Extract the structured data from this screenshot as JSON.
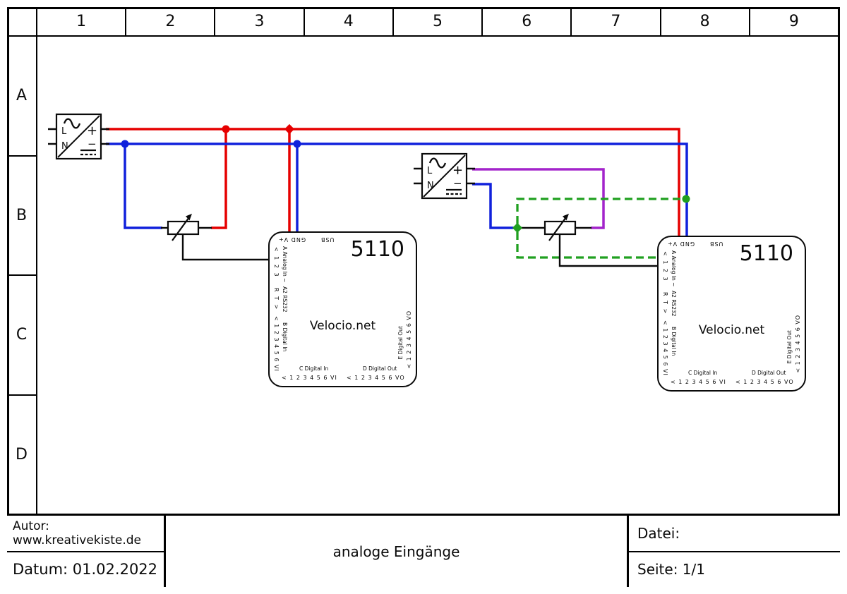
{
  "frame": {
    "columns": [
      "1",
      "2",
      "3",
      "4",
      "5",
      "6",
      "7",
      "8",
      "9"
    ],
    "rows": [
      "A",
      "B",
      "C",
      "D"
    ]
  },
  "title_block": {
    "author": "Autor: www.kreativekiste.de",
    "date": "Datum: 01.02.2022",
    "title": "analoge Eingänge",
    "file": "Datei:",
    "page": "Seite: 1/1"
  },
  "psu": {
    "live": "L",
    "neutral": "N",
    "plus": "+",
    "minus": "−"
  },
  "plc": {
    "model": "5110",
    "brand": "Velocio.net",
    "top_power_pins": "GND V+",
    "usb": "USB",
    "analog_pins": "< 1 2 3",
    "analog_label": "A Analog In ~",
    "rs232_pins": "R T >",
    "rs232_label": "A2 RS232",
    "digital_b_pins": "< 1 2 3 4 5 6 VI",
    "digital_b_label": "B Digital In",
    "digital_c_label": "C Digital In",
    "digital_c_pins": "< 1 2 3 4 5 6 VI",
    "digital_d_label": "D Digital Out",
    "digital_d_pins": "< 1 2 3 4 5 6 VO",
    "digital_e_label": "E Digital Out",
    "digital_e_pins": "< 1 2 3 4 5 6 VO"
  },
  "colors": {
    "positive_wire": "#E60000",
    "ground_wire": "#1021DC",
    "psu2_positive_wire": "#A324CB",
    "reference_wire": "#20A020",
    "signal_wire": "#0A0A0A"
  }
}
